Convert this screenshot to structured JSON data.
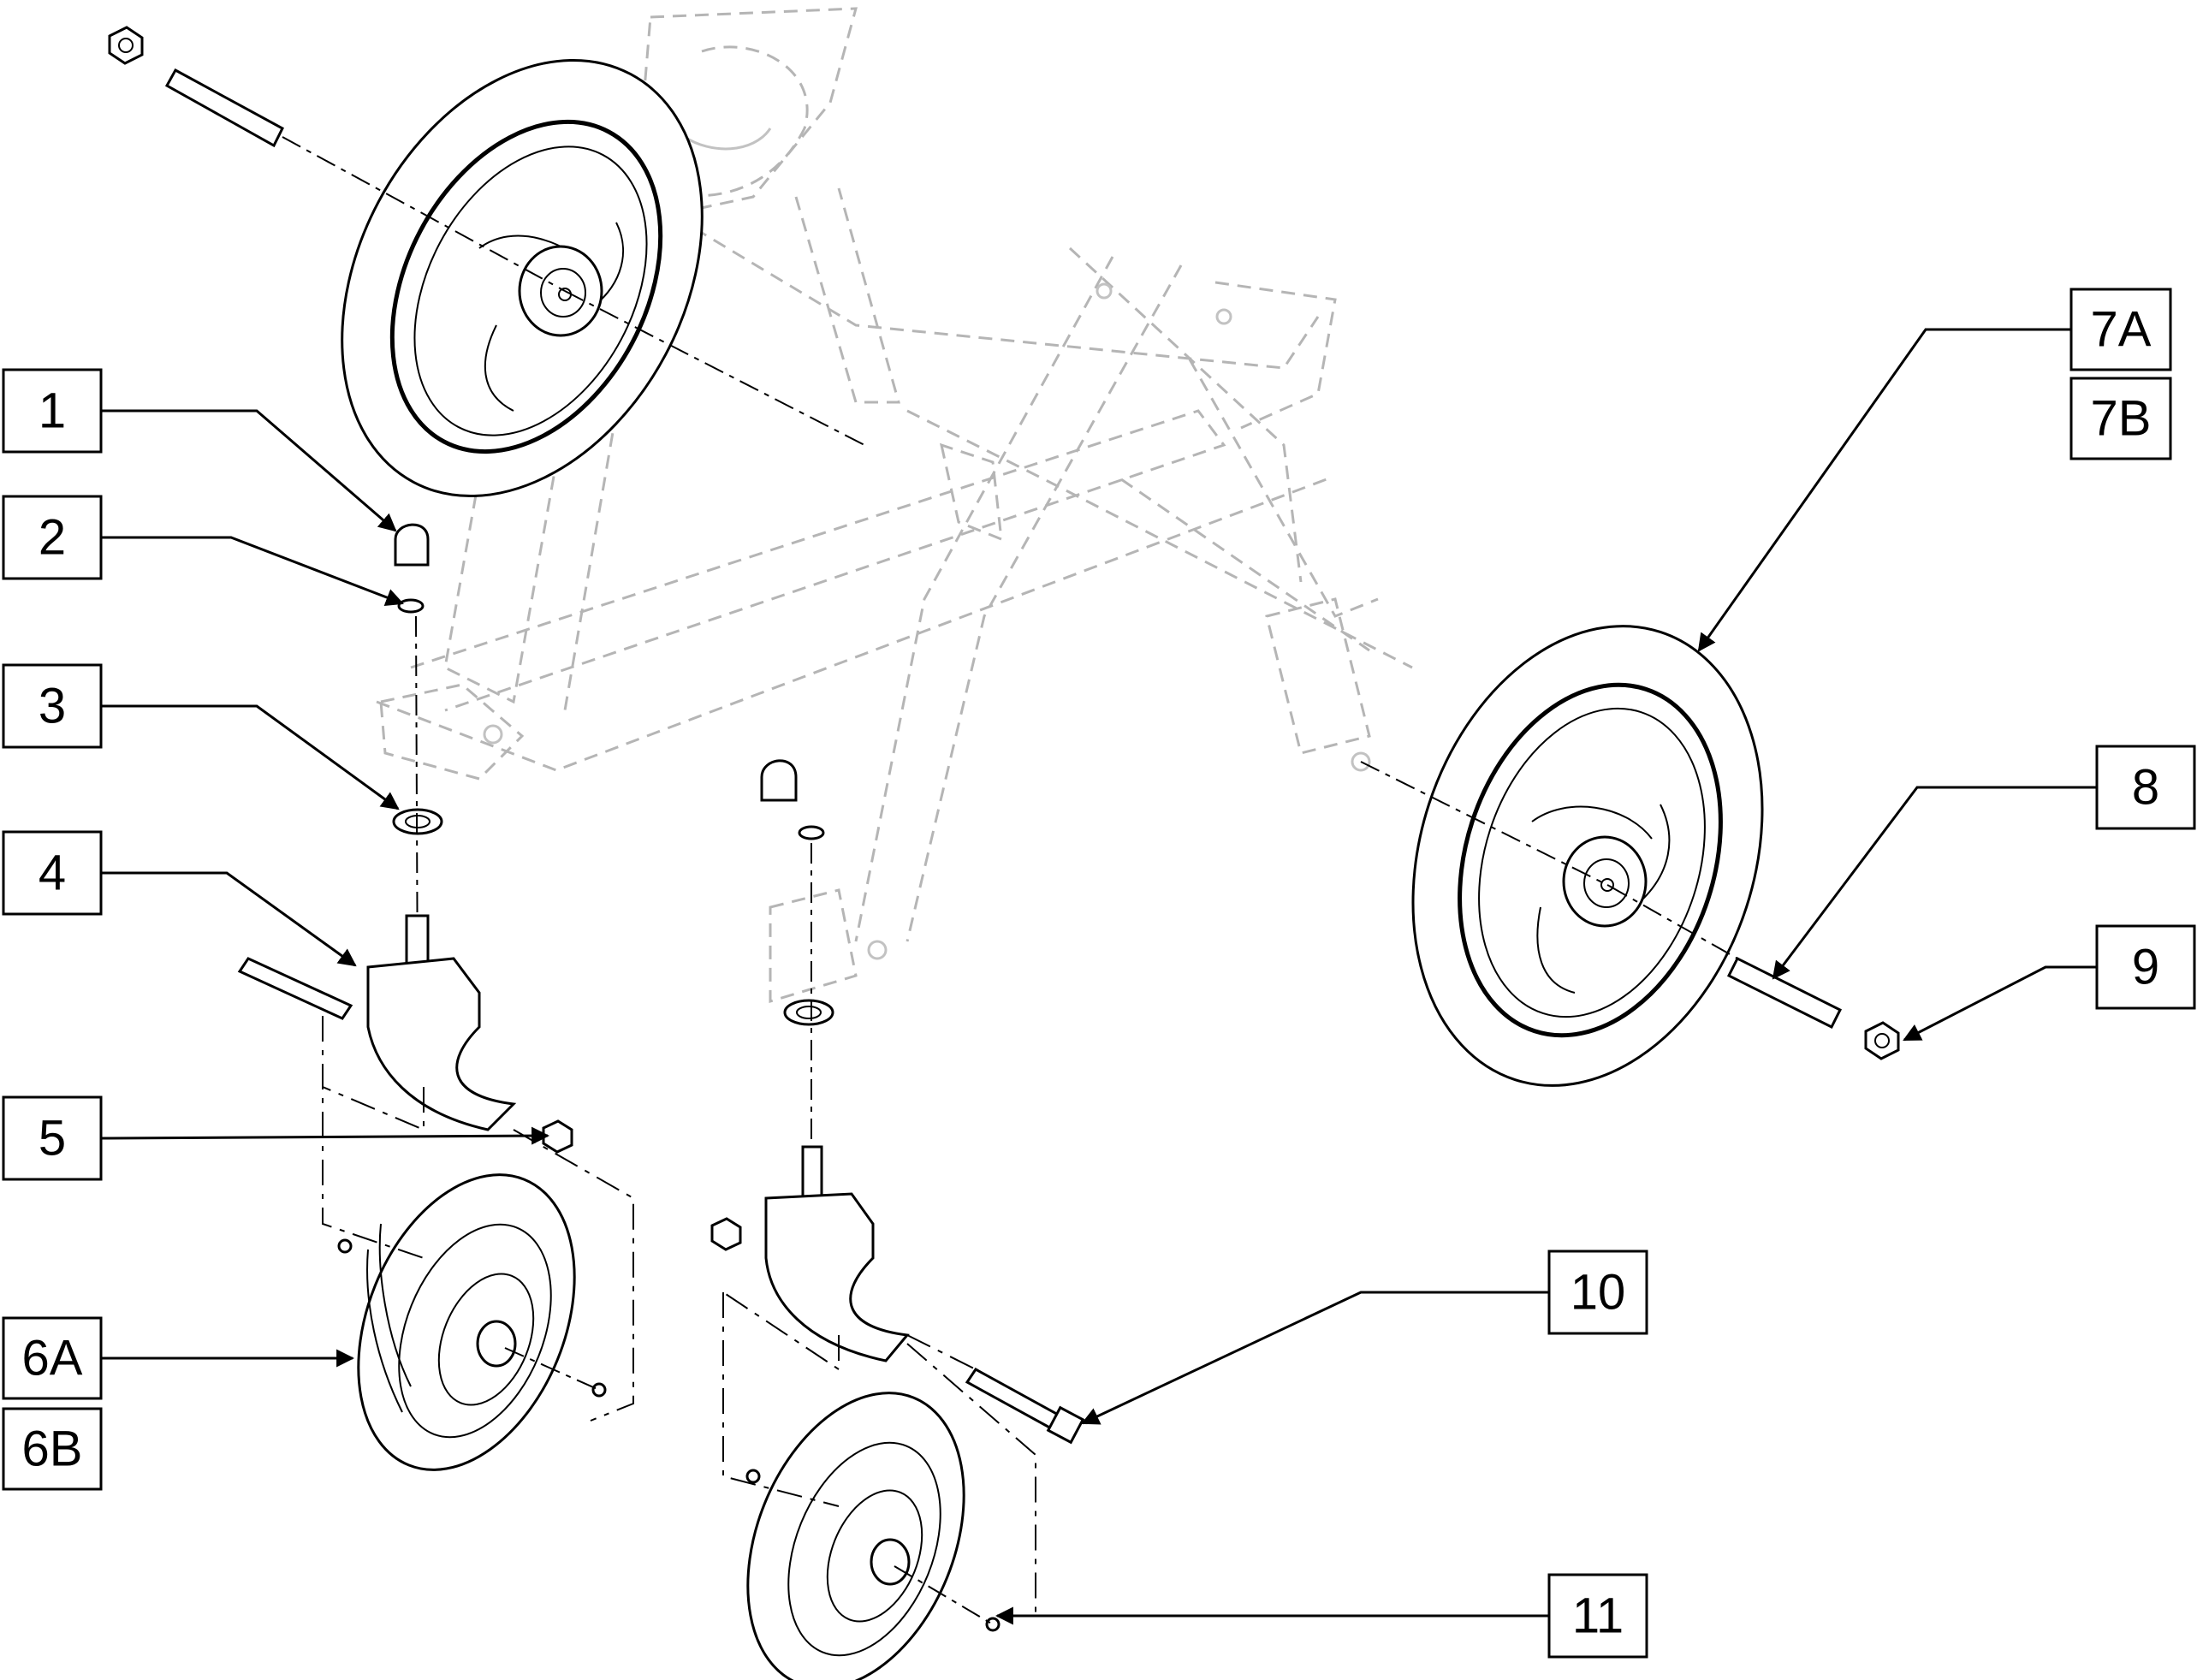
{
  "diagram": {
    "callouts": [
      {
        "id": "1",
        "label": "1"
      },
      {
        "id": "2",
        "label": "2"
      },
      {
        "id": "3",
        "label": "3"
      },
      {
        "id": "4",
        "label": "4"
      },
      {
        "id": "5",
        "label": "5"
      },
      {
        "id": "6a",
        "label": "6A"
      },
      {
        "id": "6b",
        "label": "6B"
      },
      {
        "id": "7a",
        "label": "7A"
      },
      {
        "id": "7b",
        "label": "7B"
      },
      {
        "id": "8",
        "label": "8"
      },
      {
        "id": "9",
        "label": "9"
      },
      {
        "id": "10",
        "label": "10"
      },
      {
        "id": "11",
        "label": "11"
      }
    ],
    "colors": {
      "line": "#000000",
      "ghost_frame": "#b5b5b5",
      "background": "#ffffff"
    }
  }
}
